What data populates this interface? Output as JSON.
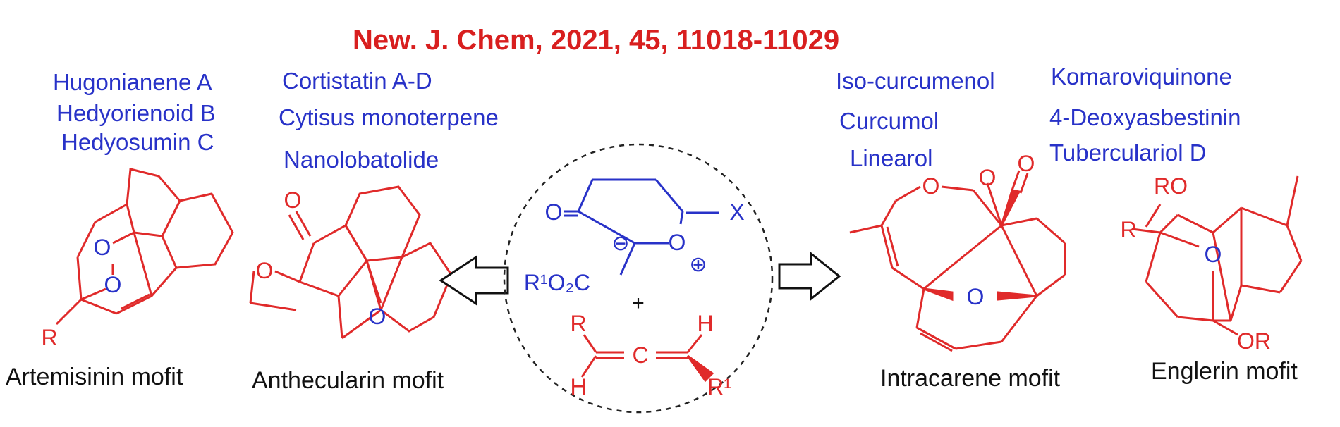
{
  "title": "New. J. Chem, 2021, 45, 11018-11029",
  "groups": {
    "artemisinin": {
      "names": [
        "Hugonianene A",
        "Hedyorienoid B",
        "Hedyosumin C"
      ],
      "motif": "Artemisinin mofit"
    },
    "anthecularin": {
      "names": [
        "Cortistatin A-D",
        "Cytisus monoterpene",
        "Nanolobatolide"
      ],
      "motif": "Anthecularin mofit"
    },
    "intracarene": {
      "names": [
        "Iso-curcumenol",
        "Curcumol",
        "Linearol"
      ],
      "motif": "Intracarene mofit"
    },
    "englerin": {
      "names": [
        "Komaroviquinone",
        "4-Deoxyasbestinin",
        "Tuberculariol D"
      ],
      "motif": "Englerin mofit"
    }
  },
  "atoms": {
    "O": "O",
    "R": "R",
    "RO": "RO",
    "OR": "OR",
    "X": "X",
    "H": "H",
    "C": "C",
    "plus": "+",
    "minus": "⊖",
    "charge_plus": "⊕",
    "ester": "R¹O₂C",
    "R1": "R¹"
  },
  "colors": {
    "title": "#d81f1f",
    "names": "#2832c8",
    "structure": "#e02a2a",
    "pyrylium": "#2832c8",
    "text": "#111111"
  }
}
